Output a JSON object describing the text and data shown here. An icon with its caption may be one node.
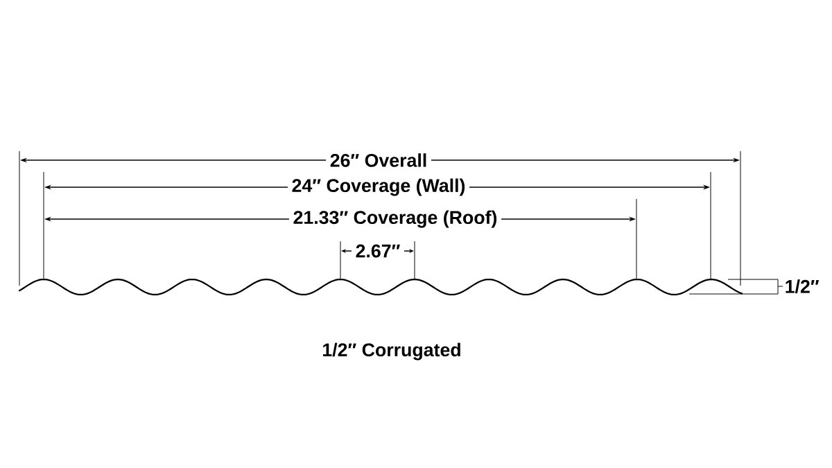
{
  "diagram": {
    "caption": "1/2″ Corrugated",
    "labels": [
      "26″ Overall",
      "24″ Coverage (Wall)",
      "21.33″ Coverage (Roof)",
      "2.67″",
      "1/2″"
    ]
  }
}
